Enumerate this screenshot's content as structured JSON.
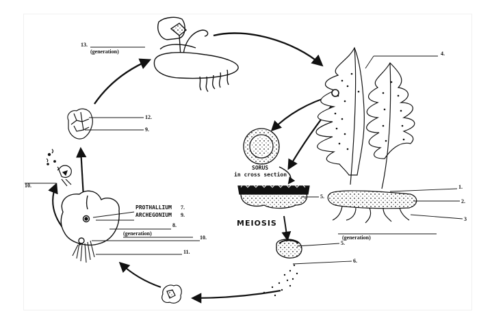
{
  "labels": {
    "n13": "13.",
    "gen_top": "(generation)",
    "n12": "12.",
    "n9_top": "9.",
    "n10_left": "10.",
    "prothallium": "PROTHALLIUM",
    "n7": "7.",
    "archegonium": "ARCHEGONIUM",
    "n9": "9.",
    "n8": "8.",
    "gen_mid": "(generation)",
    "n10": "10.",
    "n11": "11.",
    "n4": "4.",
    "sorus": "SORUS",
    "cross_section": "in cross section",
    "n5_sorus": "5.",
    "meiosis": "MEIOSIS",
    "n5_spore": "5.",
    "n6": "6.",
    "n1": "1.",
    "n2": "2.",
    "n3": "3",
    "gen_right": "(generation)"
  }
}
